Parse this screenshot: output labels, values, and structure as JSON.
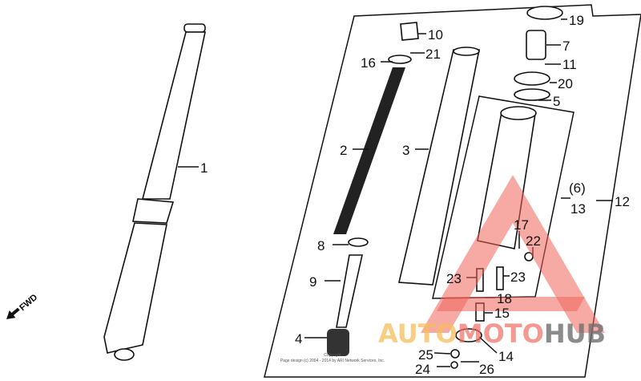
{
  "diagram": {
    "callouts": [
      "1",
      "2",
      "3",
      "4",
      "5",
      "(6)",
      "7",
      "8",
      "9",
      "10",
      "11",
      "12",
      "13",
      "14",
      "15",
      "16",
      "17",
      "18",
      "19",
      "20",
      "21",
      "22",
      "23",
      "23",
      "24",
      "25",
      "26"
    ],
    "direction_label": "FWD",
    "copyright": {
      "line1": "Copyright",
      "line2": "Page design (c) 2004 - 2014 by ARI Network Services, Inc."
    },
    "watermark": {
      "part1": "AUTO",
      "part2": "MOTO",
      "part3": "HUB"
    },
    "colors": {
      "watermark_red": "#f08a80",
      "watermark_orange": "#f6be5a",
      "watermark_gray": "#6e6e6e",
      "line": "#111111"
    }
  }
}
